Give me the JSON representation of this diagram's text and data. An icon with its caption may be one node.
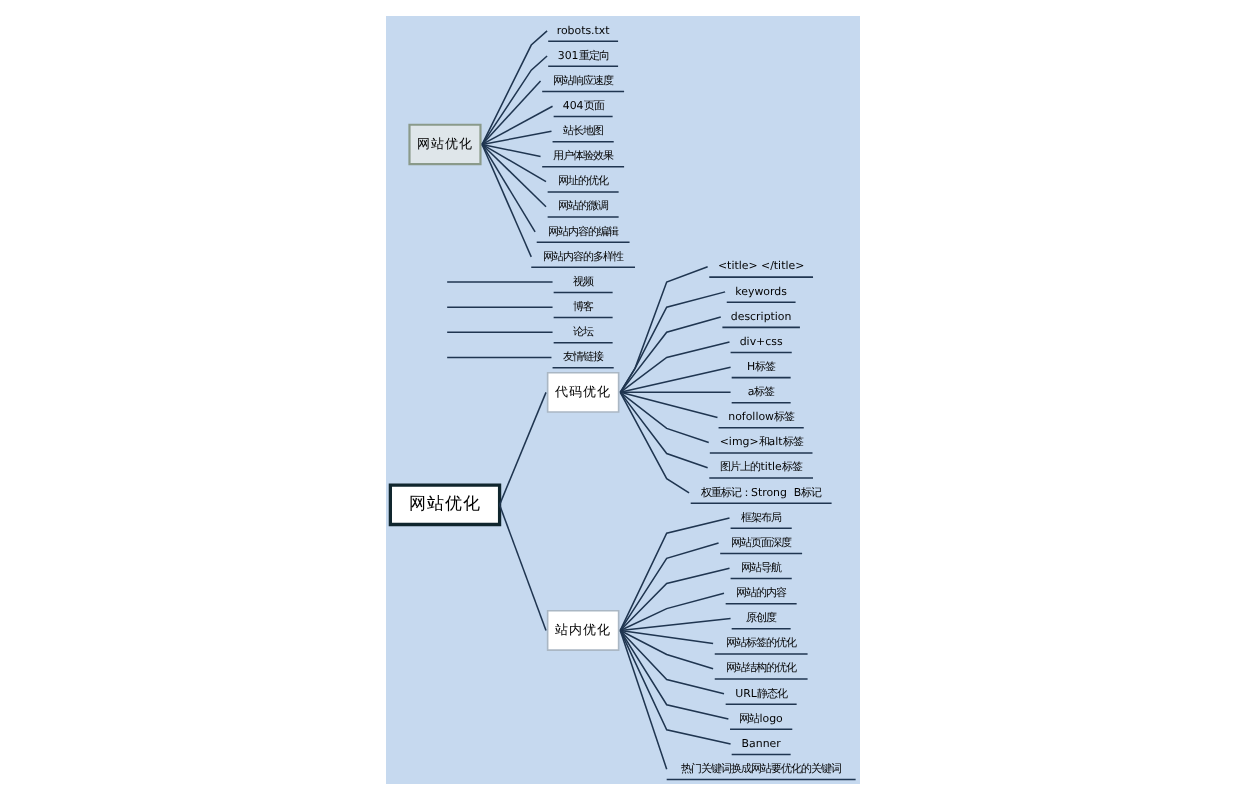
{
  "diagram": {
    "nodes": [
      {
        "text": [
          "网站优化"
        ]
      },
      {
        "text": [
          "代码优化"
        ]
      },
      {
        "text": [
          "<title> </title>"
        ]
      },
      {
        "text": [
          "keywords"
        ]
      },
      {
        "text": [
          "description"
        ]
      },
      {
        "text": [
          "div+css"
        ]
      },
      {
        "text": [
          "H标签"
        ]
      },
      {
        "text": [
          "a标签"
        ]
      },
      {
        "text": [
          "nofollow标签"
        ]
      },
      {
        "text": [
          "<img>和alt标签"
        ]
      },
      {
        "text": [
          "图片上的title标签"
        ]
      },
      {
        "text": [
          "权重标记：Strong  B标记"
        ]
      },
      {
        "text": [
          "站内优化"
        ]
      },
      {
        "text": [
          "框架布局"
        ]
      },
      {
        "text": [
          "网站页面深度"
        ]
      },
      {
        "text": [
          "网站导航"
        ]
      },
      {
        "text": [
          "网站的内容"
        ]
      },
      {
        "text": [
          "原创度"
        ]
      },
      {
        "text": [
          "网站标签的优化"
        ]
      },
      {
        "text": [
          "网站结构的优化"
        ]
      },
      {
        "text": [
          "URL静态化"
        ]
      },
      {
        "text": [
          "网站logo"
        ]
      },
      {
        "text": [
          "Banner"
        ]
      },
      {
        "text": [
          "热门关键词换成网站要优化的关键词"
        ]
      },
      {
        "text": [
          "友情链接"
        ]
      },
      {
        "text": [
          "论坛"
        ]
      },
      {
        "text": [
          "博客"
        ]
      },
      {
        "text": [
          "视频"
        ]
      },
      {
        "text": [
          "网站优化"
        ]
      },
      {
        "text": [
          "robots.txt"
        ]
      },
      {
        "text": [
          "301重定向"
        ]
      },
      {
        "text": [
          "网站响应速度"
        ]
      },
      {
        "text": [
          "404页面"
        ]
      },
      {
        "text": [
          "站长地图"
        ]
      },
      {
        "text": [
          "用户体验效果"
        ]
      },
      {
        "text": [
          "网址的优化"
        ]
      },
      {
        "text": [
          "网站的微调"
        ]
      },
      {
        "text": [
          "网站内容的编辑"
        ]
      },
      {
        "text": [
          "网站内容的多样性"
        ]
      }
    ],
    "edges": [
      {
        "from": 0,
        "to": 1,
        "arrow": "none"
      },
      {
        "from": 1,
        "to": 2,
        "arrow": "none"
      },
      {
        "from": 1,
        "to": 3,
        "arrow": "none"
      },
      {
        "from": 1,
        "to": 4,
        "arrow": "none"
      },
      {
        "from": 1,
        "to": 5,
        "arrow": "none"
      },
      {
        "from": 1,
        "to": 6,
        "arrow": "none"
      },
      {
        "from": 1,
        "to": 7,
        "arrow": "none"
      },
      {
        "from": 1,
        "to": 8,
        "arrow": "none"
      },
      {
        "from": 1,
        "to": 9,
        "arrow": "none"
      },
      {
        "from": 1,
        "to": 10,
        "arrow": "none"
      },
      {
        "from": 1,
        "to": 11,
        "arrow": "none"
      },
      {
        "from": 0,
        "to": 12,
        "arrow": "none"
      },
      {
        "from": 12,
        "to": 13,
        "arrow": "none"
      },
      {
        "from": 12,
        "to": 14,
        "arrow": "none"
      },
      {
        "from": 12,
        "to": 15,
        "arrow": "none"
      },
      {
        "from": 12,
        "to": 16,
        "arrow": "none"
      },
      {
        "from": 12,
        "to": 17,
        "arrow": "none"
      },
      {
        "from": 12,
        "to": 18,
        "arrow": "none"
      },
      {
        "from": 12,
        "to": 19,
        "arrow": "none"
      },
      {
        "from": 12,
        "to": 20,
        "arrow": "none"
      },
      {
        "from": 12,
        "to": 21,
        "arrow": "none"
      },
      {
        "from": 12,
        "to": 22,
        "arrow": "none"
      },
      {
        "from": 12,
        "to": 23,
        "arrow": "none"
      },
      {
        "from": null,
        "to": 24,
        "arrow": "none"
      },
      {
        "from": null,
        "to": 25,
        "arrow": "none"
      },
      {
        "from": null,
        "to": 26,
        "arrow": "none"
      },
      {
        "from": null,
        "to": 27,
        "arrow": "none"
      },
      {
        "from": 28,
        "to": 29,
        "arrow": "none"
      },
      {
        "from": 28,
        "to": 30,
        "arrow": "none"
      },
      {
        "from": 28,
        "to": 31,
        "arrow": "none"
      },
      {
        "from": 28,
        "to": 32,
        "arrow": "none"
      },
      {
        "from": 28,
        "to": 33,
        "arrow": "none"
      },
      {
        "from": 28,
        "to": 34,
        "arrow": "none"
      },
      {
        "from": 28,
        "to": 35,
        "arrow": "none"
      },
      {
        "from": 28,
        "to": 36,
        "arrow": "none"
      },
      {
        "from": 28,
        "to": 37,
        "arrow": "none"
      },
      {
        "from": 28,
        "to": 38,
        "arrow": "none"
      }
    ]
  }
}
